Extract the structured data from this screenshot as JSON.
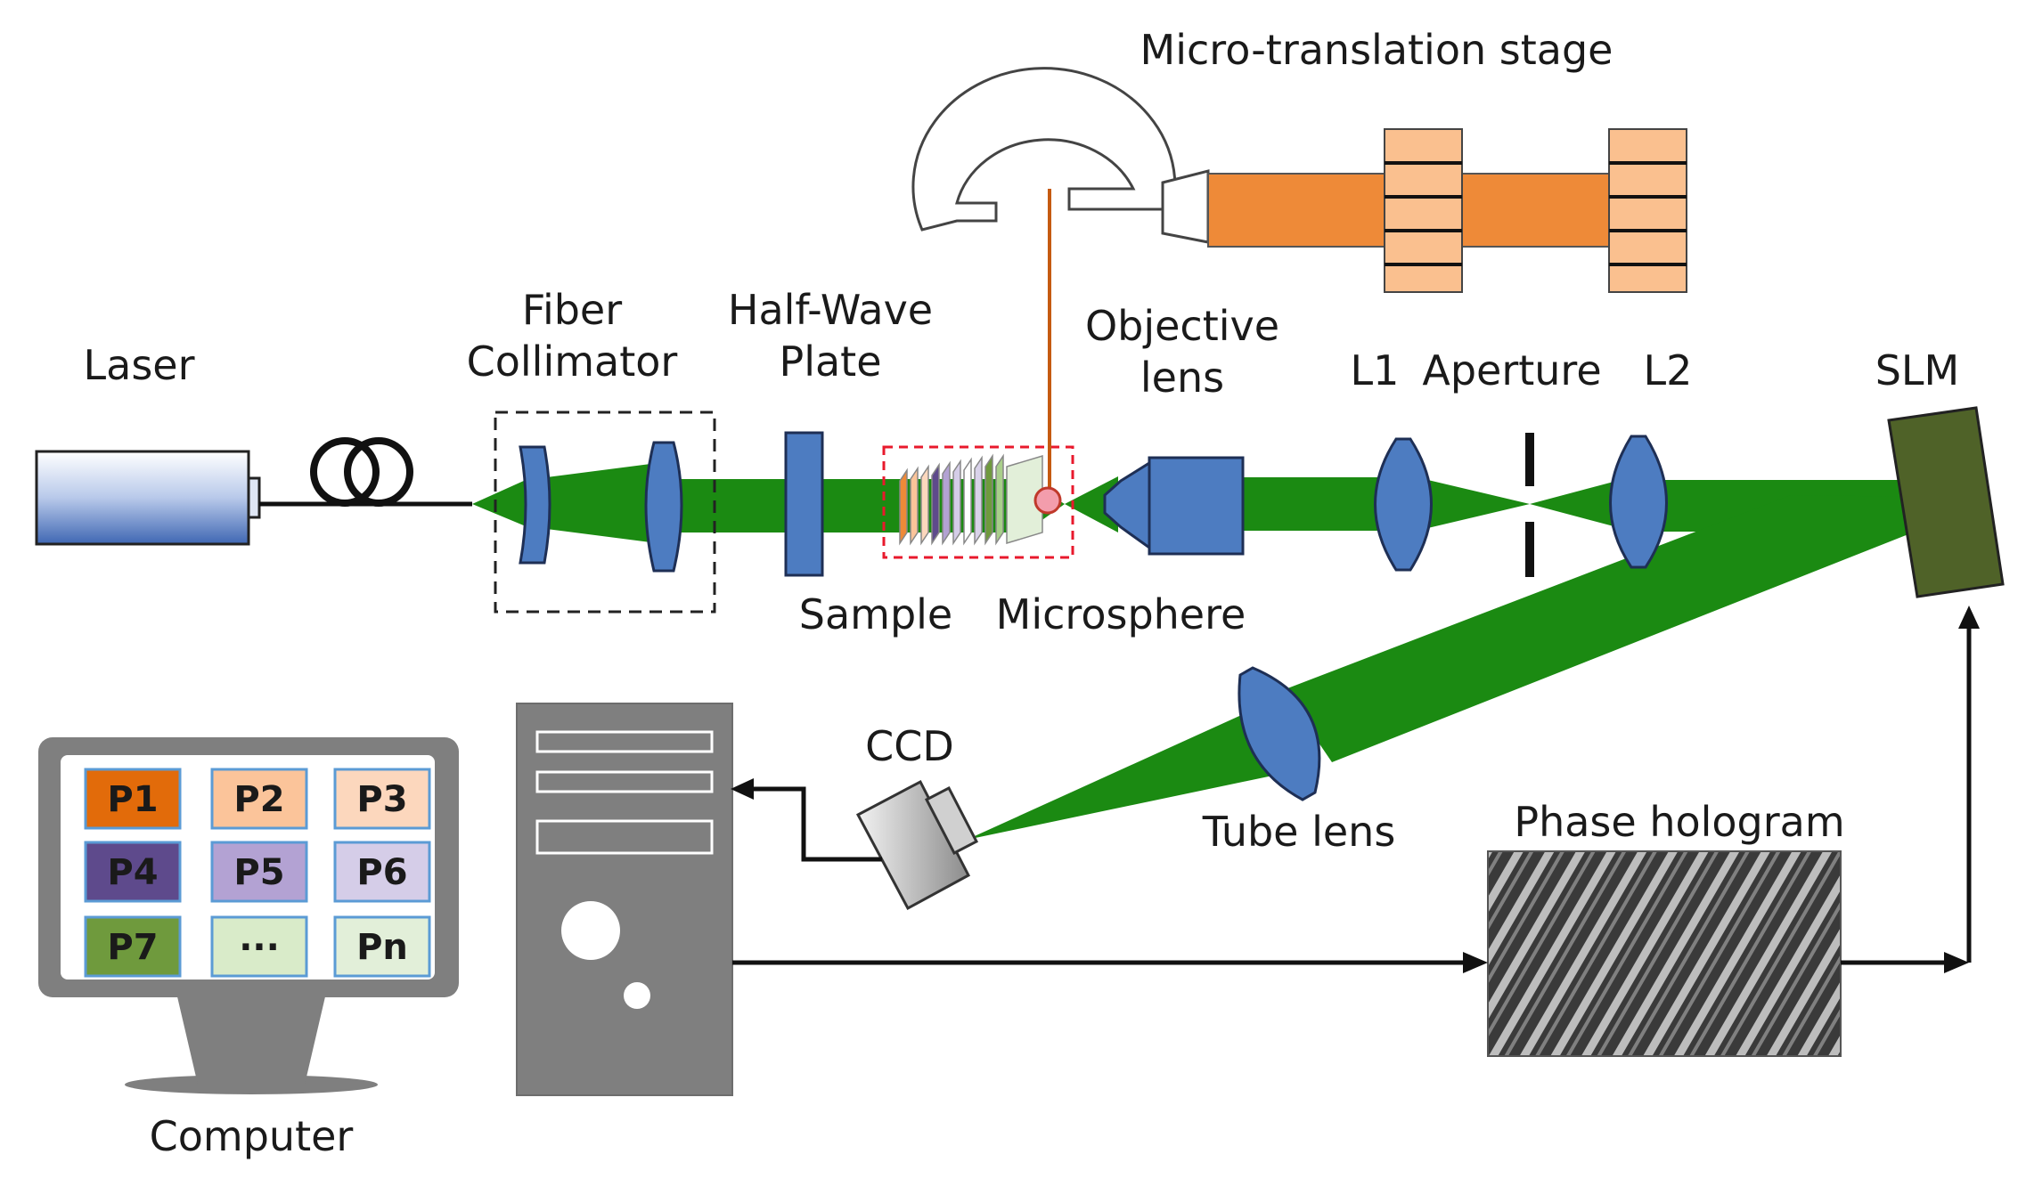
{
  "labels": {
    "stage": "Micro-translation stage",
    "laser": "Laser",
    "fiber1": "Fiber",
    "fiber2": "Collimator",
    "hwp1": "Half-Wave",
    "hwp2": "Plate",
    "obj1": "Objective",
    "obj2": "lens",
    "l1": "L1",
    "aperture": "Aperture",
    "l2": "L2",
    "slm": "SLM",
    "sample": "Sample",
    "microsphere": "Microsphere",
    "ccd": "CCD",
    "tube": "Tube lens",
    "phase": "Phase hologram",
    "computer": "Computer"
  },
  "screen_cells": [
    {
      "label": "P1",
      "color": "#e26b0a"
    },
    {
      "label": "P2",
      "color": "#fbc49a"
    },
    {
      "label": "P3",
      "color": "#fcd7bd"
    },
    {
      "label": "P4",
      "color": "#5e4a8c"
    },
    {
      "label": "P5",
      "color": "#b3a2d3"
    },
    {
      "label": "P6",
      "color": "#d5cde8"
    },
    {
      "label": "P7",
      "color": "#6f9a3d"
    },
    {
      "label": "···",
      "color": "#d9ebc9"
    },
    {
      "label": "Pn",
      "color": "#e2efd9"
    }
  ],
  "colors": {
    "beam": "#1b8a12",
    "optic": "#4d7cc1",
    "stage": "#ee8a38",
    "stage_block": "#fac08f",
    "slm": "#4f6228",
    "tower": "#7f7f7f"
  }
}
